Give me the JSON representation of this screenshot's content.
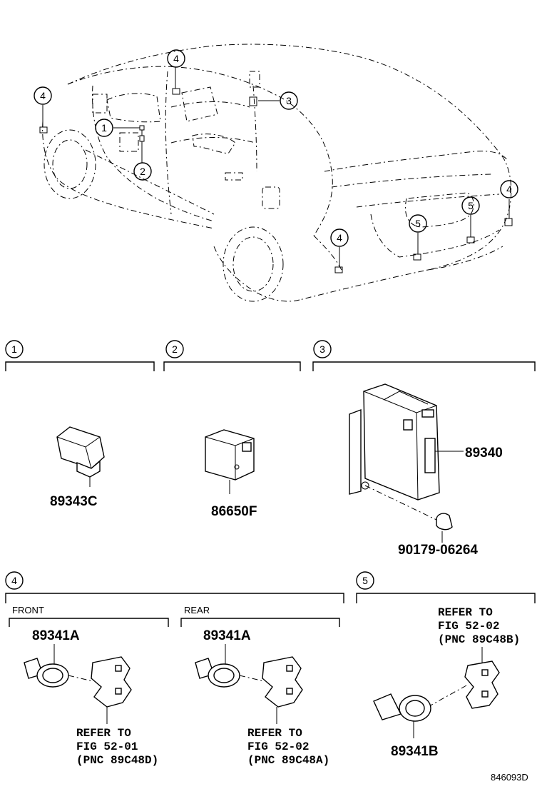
{
  "callouts": [
    "1",
    "2",
    "3",
    "4",
    "5"
  ],
  "sections": {
    "s1": {
      "num": "1",
      "parts": [
        "89343C"
      ]
    },
    "s2": {
      "num": "2",
      "parts": [
        "86650F"
      ]
    },
    "s3": {
      "num": "3",
      "parts": [
        "89340",
        "90179-06264"
      ]
    },
    "s4": {
      "num": "4",
      "front": {
        "label": "FRONT",
        "part": "89341A",
        "refer": [
          "REFER TO",
          "FIG 52-01",
          "(PNC 89C48D)"
        ]
      },
      "rear": {
        "label": "REAR",
        "part": "89341A",
        "refer": [
          "REFER TO",
          "FIG 52-02",
          "(PNC 89C48A)"
        ]
      }
    },
    "s5": {
      "num": "5",
      "part": "89341B",
      "refer": [
        "REFER TO",
        "FIG 52-02",
        "(PNC 89C48B)"
      ]
    }
  },
  "diagram_id": "846093D"
}
